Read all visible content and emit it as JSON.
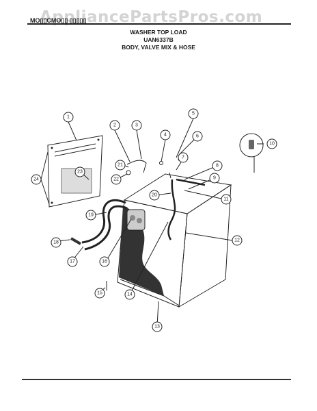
{
  "watermark": "AppliancePartsPros.com",
  "header": {
    "model_label": "MO▯▯CMO▯▯ ▯▯▯▯▯",
    "title": "WASHER TOP LOAD",
    "model_number": "UAN6337B",
    "subtitle": "BODY, VALVE MIX & HOSE"
  },
  "callouts": [
    {
      "id": "c1",
      "label": "1"
    },
    {
      "id": "c2",
      "label": "2"
    },
    {
      "id": "c3",
      "label": "3"
    },
    {
      "id": "c4",
      "label": "4"
    },
    {
      "id": "c5",
      "label": "5"
    },
    {
      "id": "c6",
      "label": "6"
    },
    {
      "id": "c7",
      "label": "7"
    },
    {
      "id": "c8",
      "label": "8"
    },
    {
      "id": "c9",
      "label": "9"
    },
    {
      "id": "c10",
      "label": "10"
    },
    {
      "id": "c11",
      "label": "11"
    },
    {
      "id": "c12",
      "label": "12"
    },
    {
      "id": "c13",
      "label": "13"
    },
    {
      "id": "c14",
      "label": "14"
    },
    {
      "id": "c15",
      "label": "15"
    },
    {
      "id": "c16",
      "label": "16"
    },
    {
      "id": "c17",
      "label": "17"
    },
    {
      "id": "c18",
      "label": "18"
    },
    {
      "id": "c19",
      "label": "19"
    },
    {
      "id": "c20",
      "label": "20"
    },
    {
      "id": "c21",
      "label": "21"
    },
    {
      "id": "c22",
      "label": "22"
    },
    {
      "id": "c23",
      "label": "23"
    },
    {
      "id": "c24",
      "label": "24"
    }
  ]
}
